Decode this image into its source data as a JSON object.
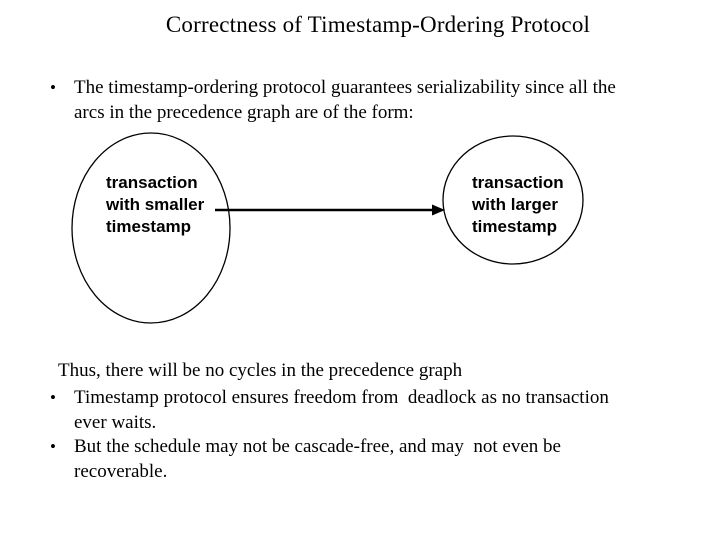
{
  "slide": {
    "title": "Correctness of Timestamp-Ordering Protocol",
    "bullet_glyph": "•",
    "bullets": {
      "bullet1": "The timestamp-ordering protocol guarantees serializability since all the\narcs in the precedence graph are of the form:",
      "bullet2": "Timestamp protocol ensures freedom from  deadlock as no transaction\never waits.",
      "bullet3": "But the schedule may not be cascade-free, and may  not even be\nrecoverable."
    },
    "thus_line": "Thus, there will be no cycles in the precedence graph",
    "diagram": {
      "left_node_label": "transaction\nwith smaller\ntimestamp",
      "right_node_label": "transaction\nwith larger\ntimestamp",
      "arrow_direction": "left-to-right"
    },
    "colors": {
      "background": "#ffffff",
      "text": "#000000",
      "shape_stroke": "#000000"
    }
  }
}
